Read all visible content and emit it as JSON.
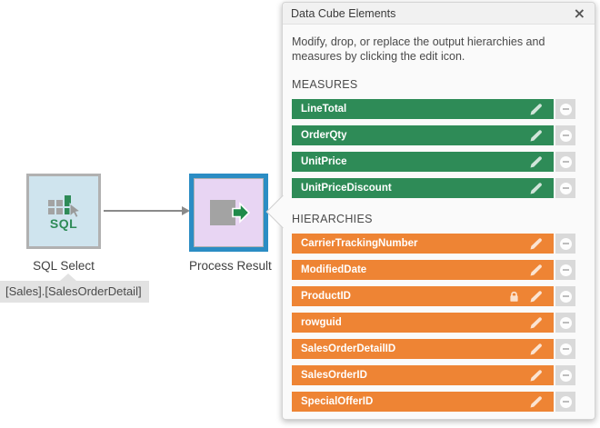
{
  "canvas": {
    "sql_node": {
      "label": "SQL Select",
      "icon_text": "SQL"
    },
    "process_node": {
      "label": "Process Result",
      "selected": true
    },
    "tooltip_text": "[Sales].[SalesOrderDetail]"
  },
  "panel": {
    "title": "Data Cube Elements",
    "close_icon": "×",
    "description": "Modify, drop, or replace the output hierarchies and measures by clicking the edit icon.",
    "colors": {
      "measure_bar": "#2e8b57",
      "hierarchy_bar": "#ee8434",
      "selected_node_border": "#2b8dc4"
    },
    "sections": {
      "measures": {
        "header": "MEASURES",
        "items": [
          {
            "name": "LineTotal",
            "locked": false
          },
          {
            "name": "OrderQty",
            "locked": false
          },
          {
            "name": "UnitPrice",
            "locked": false
          },
          {
            "name": "UnitPriceDiscount",
            "locked": false
          }
        ]
      },
      "hierarchies": {
        "header": "HIERARCHIES",
        "items": [
          {
            "name": "CarrierTrackingNumber",
            "locked": false
          },
          {
            "name": "ModifiedDate",
            "locked": false
          },
          {
            "name": "ProductID",
            "locked": true
          },
          {
            "name": "rowguid",
            "locked": false
          },
          {
            "name": "SalesOrderDetailID",
            "locked": false
          },
          {
            "name": "SalesOrderID",
            "locked": false
          },
          {
            "name": "SpecialOfferID",
            "locked": false
          }
        ]
      }
    }
  }
}
